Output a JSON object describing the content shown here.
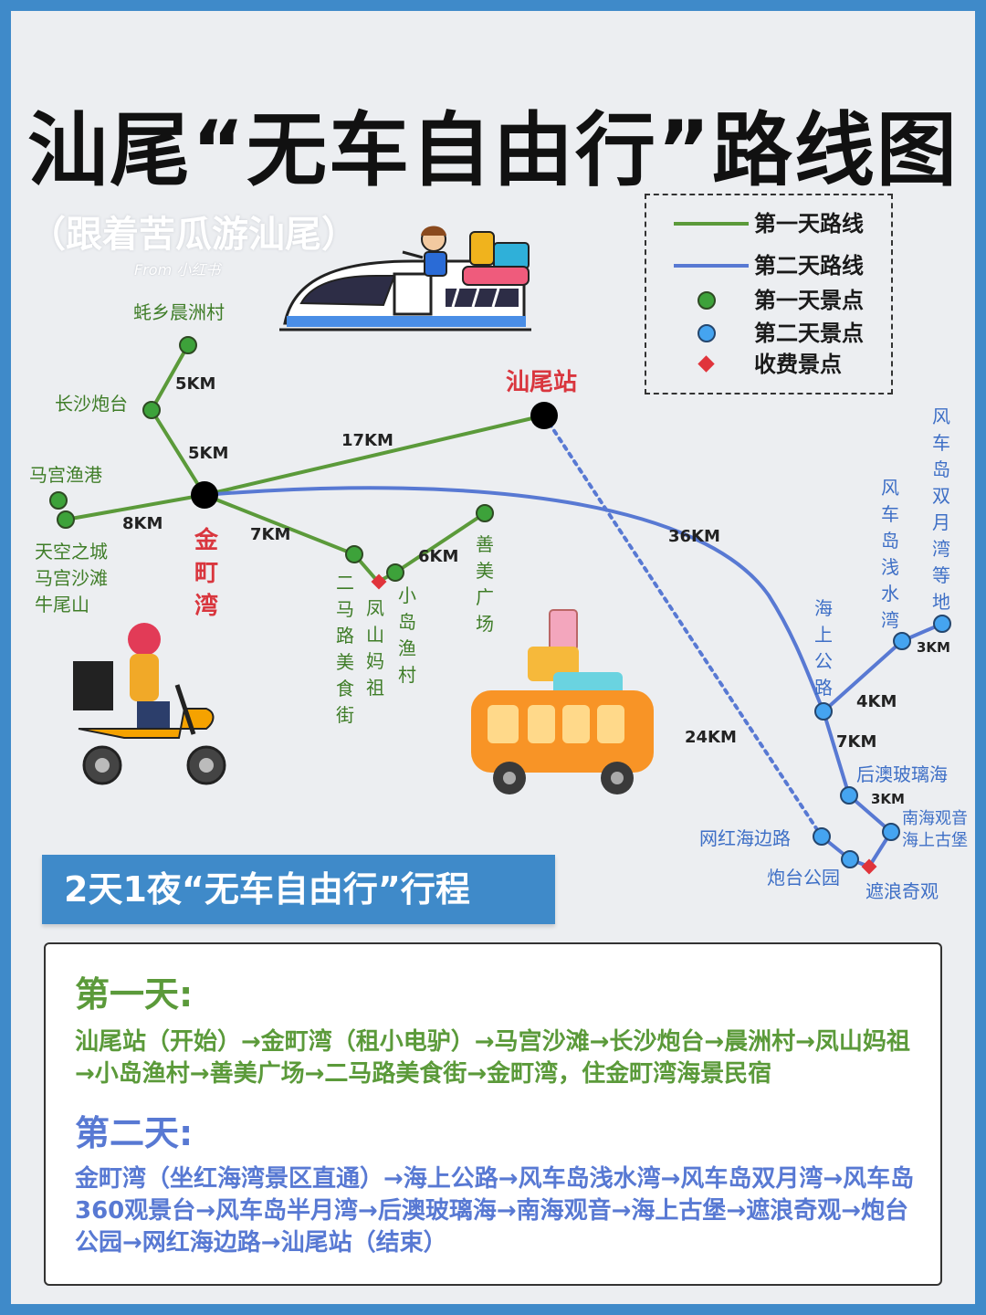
{
  "title": "汕尾“无车自由行”路线图",
  "watermark": "（跟着苦瓜游汕尾）",
  "watermark_from": "From 小红书",
  "legend": {
    "day1_route": "第一天路线",
    "day2_route": "第二天路线",
    "day1_spot": "第一天景点",
    "day2_spot": "第二天景点",
    "paid_spot": "收费景点"
  },
  "colors": {
    "green": "#5b9a3a",
    "blue": "#5879d3",
    "red": "#e0343b",
    "title": "#111111",
    "banner": "#3f8ac9"
  },
  "map": {
    "station": "汕尾站",
    "jintingwan": "金町湾",
    "day1_spots": {
      "haoxiang": "蚝乡晨洲村",
      "changsha": "长沙炮台",
      "magong_harbor": "马宫渔港",
      "tiankong": "天空之城",
      "magong_beach": "马宫沙滩",
      "niuweishan": "牛尾山",
      "ermalu": "二马路美食街",
      "fengshan": "凤山妈祖",
      "xiaodao": "小岛渔村",
      "shanmei": "善美广场"
    },
    "day2_spots": {
      "fengche_double": "风车岛双月湾等地",
      "fengche_shallow": "风车岛浅水湾",
      "haishang": "海上公路",
      "houao": "后澳玻璃海",
      "nanhai": "南海观音",
      "gubao": "海上古堡",
      "zhelang": "遮浪奇观",
      "paotai": "炮台公园",
      "wanghong": "网红海边路"
    },
    "distances": {
      "d1": "5KM",
      "d2": "5KM",
      "d3": "17KM",
      "d4": "8KM",
      "d5": "7KM",
      "d6": "6KM",
      "d7": "36KM",
      "d8": "24KM",
      "d9": "3KM",
      "d10": "4KM",
      "d11": "7KM",
      "d12": "3KM"
    }
  },
  "illustrations": [
    "high-speed-train",
    "traveler",
    "luggage",
    "delivery-scooter",
    "tour-bus"
  ],
  "banner": "2天1夜“无车自由行”行程",
  "itinerary": {
    "day1_title": "第一天:",
    "day1_text": "汕尾站（开始）→金町湾（租小电驴）→马宫沙滩→长沙炮台→晨洲村→凤山妈祖→小岛渔村→善美广场→二马路美食街→金町湾，住金町湾海景民宿",
    "day2_title": "第二天:",
    "day2_text": "金町湾（坐红海湾景区直通）→海上公路→风车岛浅水湾→风车岛双月湾→风车岛360观景台→风车岛半月湾→后澳玻璃海→南海观音→海上古堡→遮浪奇观→炮台公园→网红海边路→汕尾站（结束）"
  }
}
